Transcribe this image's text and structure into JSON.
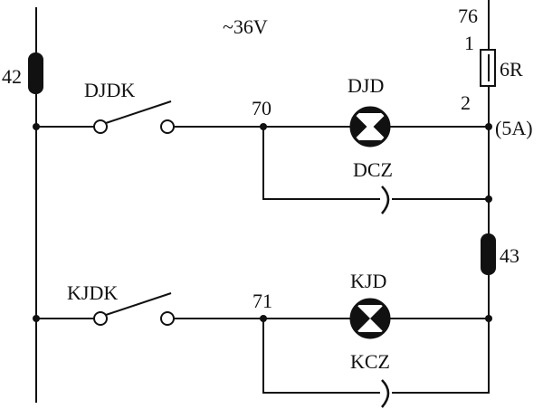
{
  "supply": {
    "voltage_label": "~36V"
  },
  "labels": {
    "wire_76": "76",
    "fuse_pin_1": "1",
    "fuse_name": "6R",
    "fuse_pin_2": "2",
    "fuse_rating": "(5A)",
    "terminal_42": "42",
    "terminal_43": "43",
    "wire_70": "70",
    "wire_71": "71"
  },
  "branch_top": {
    "switch_label": "DJDK",
    "lamp_label": "DJD",
    "socket_label": "DCZ"
  },
  "branch_bottom": {
    "switch_label": "KJDK",
    "lamp_label": "KJD",
    "socket_label": "KCZ"
  }
}
